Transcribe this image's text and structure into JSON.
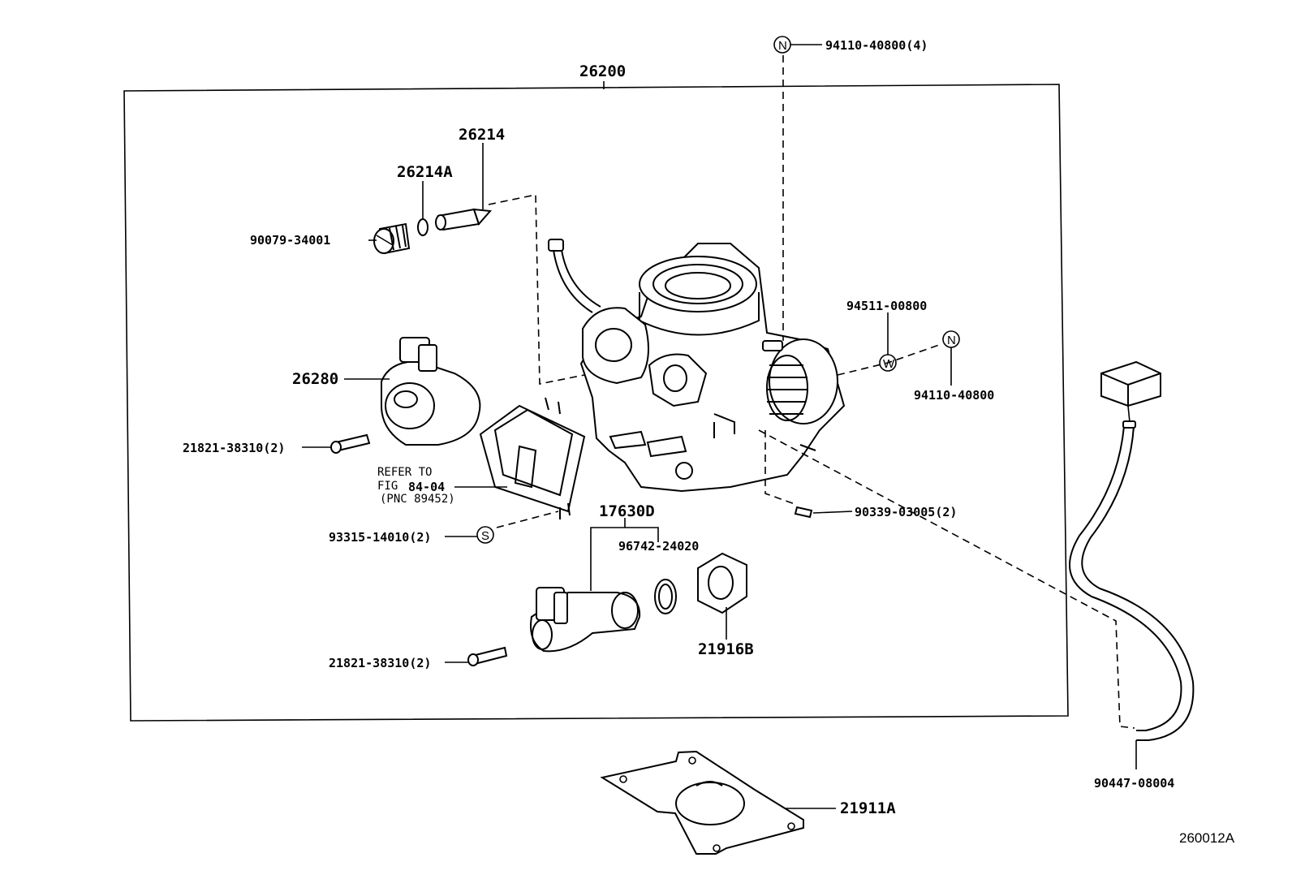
{
  "assembly_label": "26200",
  "labels": {
    "p26214": "26214",
    "p26214a": "26214A",
    "p90079": "90079-34001",
    "p26280": "26280",
    "p21821_top": "21821-38310(2)",
    "refer_line1": "REFER TO",
    "refer_line2a": "FIG",
    "refer_line2b": "84-04",
    "refer_line3": "(PNC 89452)",
    "p93315": "93315-14010(2)",
    "p17630d": "17630D",
    "p96742": "96742-24020",
    "p21916b": "21916B",
    "p21821_bottom": "21821-38310(2)",
    "p94110_top": "94110-40800(4)",
    "p94511": "94511-00800",
    "p94110_right": "94110-40800",
    "p90339": "90339-03005(2)",
    "p90447": "90447-08004",
    "p21911a": "21911A",
    "figure_code": "260012A"
  },
  "symbols": {
    "n_top": "N",
    "n_right": "N",
    "w": "W",
    "s": "S"
  },
  "colors": {
    "ink": "#000000",
    "paper": "#ffffff"
  }
}
